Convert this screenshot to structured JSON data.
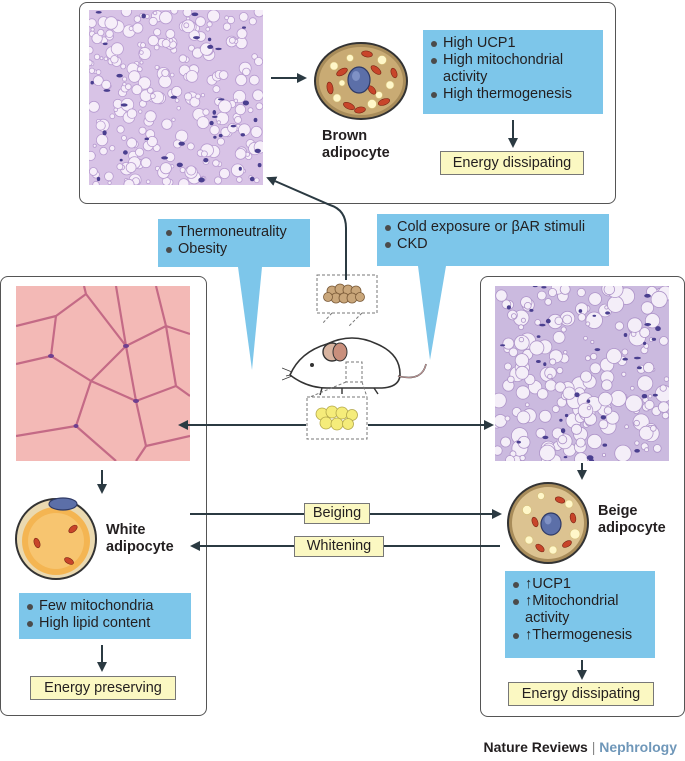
{
  "brown": {
    "label_line1": "Brown",
    "label_line2": "adipocyte",
    "features": [
      "High UCP1",
      "High mitochondrial activity",
      "High thermogenesis"
    ],
    "outcome": "Energy dissipating"
  },
  "white": {
    "label_line1": "White",
    "label_line2": "adipocyte",
    "features": [
      "Few mitochondria",
      "High lipid content"
    ],
    "outcome": "Energy preserving"
  },
  "beige": {
    "label_line1": "Beige",
    "label_line2": "adipocyte",
    "features": [
      "↑UCP1",
      "↑Mitochondrial activity",
      "↑Thermogenesis"
    ],
    "outcome": "Energy dissipating"
  },
  "stimuli_left": [
    "Thermoneutrality",
    "Obesity"
  ],
  "stimuli_right": [
    "Cold exposure or βAR stimuli",
    "CKD"
  ],
  "conversion": {
    "beiging": "Beiging",
    "whitening": "Whitening"
  },
  "footer": {
    "journal": "Nature Reviews",
    "separator": "|",
    "section": "Nephrology"
  },
  "colors": {
    "info_box": "#7dc6ea",
    "outcome_box": "#fbf8c2",
    "arrow": "#2b3a42",
    "white_tissue": "#f0b4b2",
    "stained_tissue": "#c9b7dc",
    "nucleus": "#5c6fa8"
  }
}
